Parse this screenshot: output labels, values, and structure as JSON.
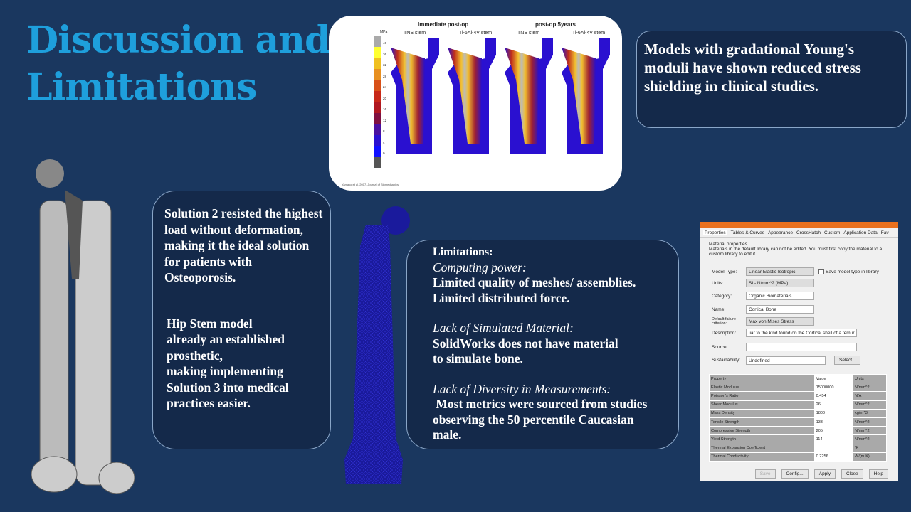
{
  "title": {
    "line1": "Discussion and",
    "line2": "Limitations"
  },
  "figure": {
    "header_left": "Immediate post-op",
    "header_right": "post-op 5years",
    "stems": [
      "TNS stem",
      "Ti-6Al-4V stem",
      "TNS stem",
      "Ti-6Al-4V stem"
    ],
    "scale_unit": "MPa",
    "scale_ticks": [
      "40",
      "36",
      "32",
      "28",
      "24",
      "20",
      "16",
      "12",
      "8",
      "4",
      "0"
    ],
    "citation": "Yamako et al, 2017, Journal of Biomechanics"
  },
  "box_top": {
    "text": "Models with gradational Young's moduli have shown reduced stress shielding in clinical studies."
  },
  "box_solution": {
    "para1": "Solution 2 resisted the highest load without deformation, making it the ideal solution for patients with Osteoporosis.",
    "para2_lines": [
      "Hip Stem model",
      "already an established",
      "prosthetic,",
      "making implementing",
      "Solution 3 into medical",
      "practices easier."
    ]
  },
  "box_limitations": {
    "heading": "Limitations:",
    "sub1": "Computing power:",
    "l1": "Limited quality of meshes/ assemblies.",
    "l2": "Limited distributed force.",
    "sub2": "Lack of Simulated Material:",
    "l3": "SolidWorks does not have material",
    "l4": "to simulate bone.",
    "sub3": "Lack of Diversity in Measurements:",
    "l5": " Most metrics were sourced from studies",
    "l6": "observing the 50 percentile Caucasian",
    "l7": "male."
  },
  "dialog": {
    "tabs": [
      "Properties",
      "Tables & Curves",
      "Appearance",
      "CrossHatch",
      "Custom",
      "Application Data",
      "Fav"
    ],
    "group": "Material properties",
    "note": "Materials in the default library can not be edited. You must first copy the material to a custom library to edit it.",
    "model_type_label": "Model Type:",
    "model_type": "Linear Elastic Isotropic",
    "save_model_type": "Save model type in library",
    "units_label": "Units:",
    "units": "SI - N/mm^2 (MPa)",
    "category_label": "Category:",
    "category": "Organic Biomaterials",
    "name_label": "Name:",
    "name": "Cortical Bone",
    "failure_label": "Default failure criterion:",
    "failure": "Max von Mises Stress",
    "description_label": "Description:",
    "description": "liar to the kind found on the Cortical shell of a femur.",
    "source_label": "Source:",
    "source": "",
    "sustainability_label": "Sustainability:",
    "sustainability": "Undefined",
    "select_button": "Select...",
    "table_headers": [
      "Property",
      "Value",
      "Units"
    ],
    "table_rows": [
      [
        "Elastic Modulus",
        "15000000",
        "N/mm^2"
      ],
      [
        "Poisson's Ratio",
        "0.454",
        "N/A"
      ],
      [
        "Shear Modulus",
        "26",
        "N/mm^2"
      ],
      [
        "Mass Density",
        "1800",
        "kg/m^3"
      ],
      [
        "Tensile Strength",
        "133",
        "N/mm^2"
      ],
      [
        "Compressive Strength",
        "205",
        "N/mm^2"
      ],
      [
        "Yield Strength",
        "114",
        "N/mm^2"
      ],
      [
        "Thermal Expansion Coefficient",
        "",
        "/K"
      ],
      [
        "Thermal Conductivity",
        "0.2256",
        "W/(m·K)"
      ]
    ],
    "buttons": [
      "Save",
      "Config...",
      "Apply",
      "Close",
      "Help"
    ]
  }
}
